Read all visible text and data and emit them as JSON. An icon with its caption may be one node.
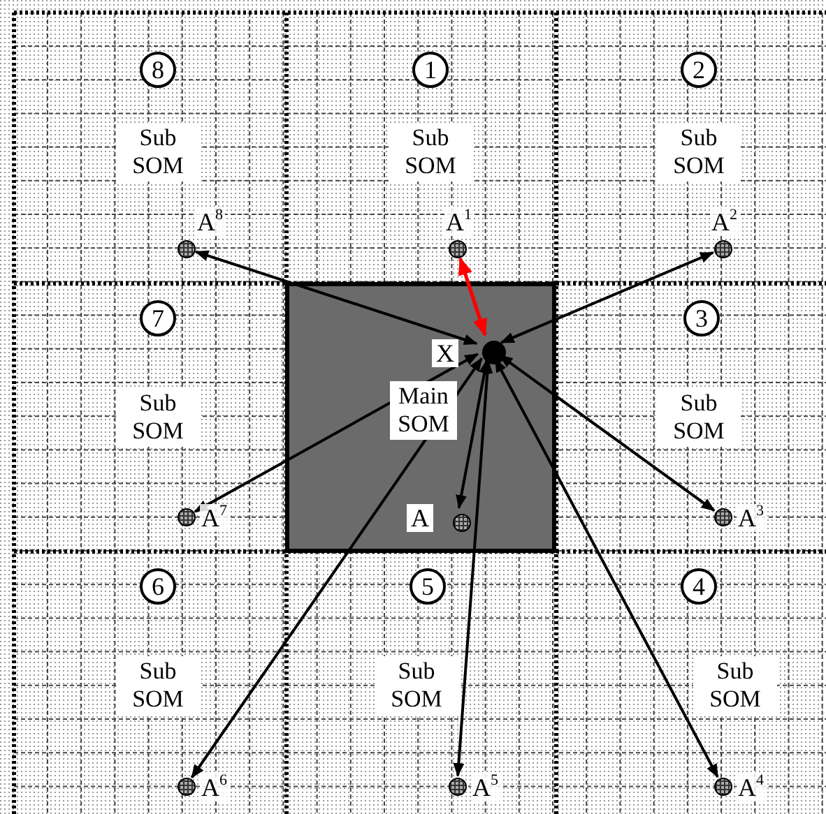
{
  "diagram": {
    "nodes": [
      {
        "text": [
          "8"
        ]
      },
      {
        "text": [
          "1"
        ]
      },
      {
        "text": [
          "2"
        ]
      },
      {
        "text": [
          "Sub SOM"
        ]
      },
      {
        "text": [
          "Sub SOM"
        ]
      },
      {
        "text": [
          "Sub SOM"
        ]
      },
      {
        "text": [],
        "shape": "circle",
        "beside": [
          "A$^{8}$"
        ]
      },
      {
        "text": [],
        "shape": "circle",
        "beside": [
          "A$^{1}$"
        ]
      },
      {
        "text": [],
        "shape": "circle",
        "beside": [
          "A$^{2}$"
        ]
      },
      {
        "text": [
          "Main SOM"
        ]
      },
      {
        "text": [
          "7"
        ]
      },
      {
        "text": [
          "3"
        ]
      },
      {
        "text": [],
        "shape": "circle",
        "beside": [
          "X"
        ],
        "in": 9
      },
      {
        "text": [
          "Sub SOM"
        ]
      },
      {
        "text": [
          "Sub SOM"
        ]
      },
      {
        "text": [],
        "shape": "circle",
        "beside": [
          "A$^{7}$"
        ]
      },
      {
        "text": [],
        "shape": "circle",
        "beside": [
          "A"
        ],
        "in": 9
      },
      {
        "text": [],
        "shape": "circle",
        "beside": [
          "A$^{3}$"
        ]
      },
      {
        "text": [
          "6"
        ]
      },
      {
        "text": [
          "5"
        ]
      },
      {
        "text": [
          "4"
        ]
      },
      {
        "text": [
          "Sub SOM"
        ]
      },
      {
        "text": [
          "Sub SOM"
        ]
      },
      {
        "text": [
          "Sub SOM"
        ]
      },
      {
        "text": [],
        "shape": "circle",
        "beside": [
          "A$^{6}$"
        ]
      },
      {
        "text": [],
        "shape": "circle",
        "beside": [
          "A$^{5}$"
        ]
      },
      {
        "text": [],
        "shape": "circle",
        "beside": [
          "A$^{4}$"
        ]
      }
    ],
    "edges": [
      {
        "from": 12,
        "to": 6,
        "arrow": "both"
      },
      {
        "from": 12,
        "to": 7,
        "arrow": "both",
        "color": "#ff0000"
      },
      {
        "from": 12,
        "to": 8,
        "arrow": "both"
      },
      {
        "from": 12,
        "to": 15,
        "arrow": "both"
      },
      {
        "from": 12,
        "to": 16,
        "arrow": "both"
      },
      {
        "from": 12,
        "to": 17,
        "arrow": "both"
      },
      {
        "from": 12,
        "to": 24,
        "arrow": "both"
      },
      {
        "from": 12,
        "to": 25,
        "arrow": "both"
      },
      {
        "from": 12,
        "to": 26,
        "arrow": "both"
      }
    ]
  }
}
